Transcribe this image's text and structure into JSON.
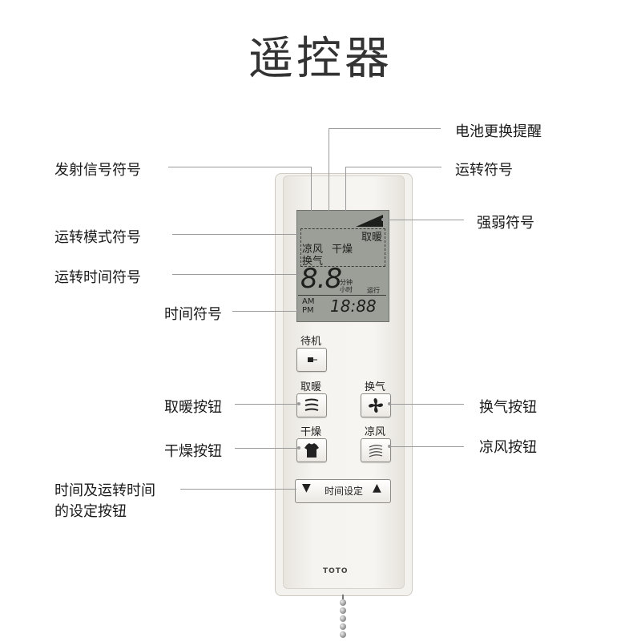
{
  "title": "遥控器",
  "labels": {
    "battery_reminder": "电池更换提醒",
    "signal_symbol": "发射信号符号",
    "operation_symbol": "运转符号",
    "strength_symbol": "强弱符号",
    "mode_symbol": "运转模式符号",
    "run_time_symbol": "运转时间符号",
    "time_symbol": "时间符号",
    "heat_button": "取暖按钮",
    "vent_button": "换气按钮",
    "dry_button": "干燥按钮",
    "cool_button": "凉风按钮",
    "time_setting_line1": "时间及运转时间",
    "time_setting_line2": "的设定按钮"
  },
  "lcd": {
    "heat": "取暖",
    "cool": "凉风",
    "dry": "干燥",
    "vent": "换气",
    "big_digits": "8.8",
    "unit_minute": "分钟",
    "unit_hour": "小时",
    "running": "运行",
    "am": "AM",
    "pm": "PM",
    "clock": "18:88"
  },
  "buttons": {
    "standby": "待机",
    "heat": "取暖",
    "vent": "换气",
    "dry": "干燥",
    "cool": "凉风",
    "time_set": "时间设定",
    "down_arrow": "▼",
    "up_arrow": "▲"
  },
  "brand": "TOTO",
  "icons": [
    "wifi-signal-icon",
    "battery-icon",
    "fan-icon",
    "strength-bars-icon",
    "standby-icon",
    "heat-waves-icon",
    "fan-blade-icon",
    "shirt-icon",
    "cool-waves-icon"
  ]
}
